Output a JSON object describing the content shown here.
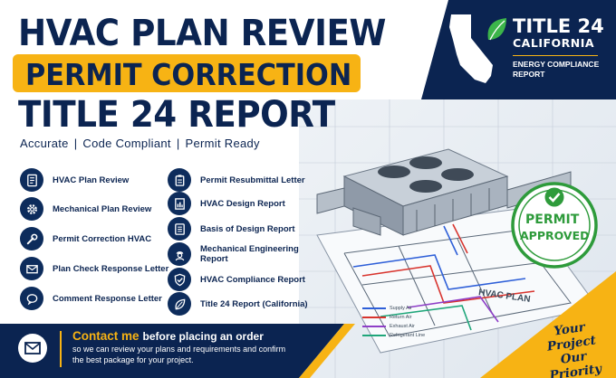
{
  "headline": {
    "line1": "HVAC PLAN REVIEW",
    "line2": "PERMIT CORRECTION",
    "line3": "TITLE 24 REPORT"
  },
  "tagline": [
    "Accurate",
    "Code Compliant",
    "Permit Ready"
  ],
  "tagline_separator": "|",
  "services_left": [
    {
      "label": "HVAC Plan Review",
      "icon": "document-icon"
    },
    {
      "label": "Mechanical Plan Review",
      "icon": "gear-icon"
    },
    {
      "label": "Permit Correction HVAC",
      "icon": "wrench-icon"
    },
    {
      "label": "Plan Check Response Letter",
      "icon": "envelope-icon"
    },
    {
      "label": "Comment Response Letter",
      "icon": "chat-icon"
    }
  ],
  "services_right": [
    {
      "label": "Permit Resubmittal Letter",
      "icon": "clipboard-icon"
    },
    {
      "label": "HVAC Design Report",
      "icon": "report-icon"
    },
    {
      "label": "Basis of Design Report",
      "icon": "book-icon"
    },
    {
      "label": "Mechanical Engineering Report",
      "icon": "engineer-icon"
    },
    {
      "label": "HVAC Compliance Report",
      "icon": "shield-check-icon"
    },
    {
      "label": "Title 24 Report (California)",
      "icon": "leaf-icon"
    }
  ],
  "badge": {
    "title": "TITLE 24",
    "subtitle": "CALIFORNIA",
    "note": "ENERGY COMPLIANCE REPORT",
    "icons": [
      "california-map-icon",
      "leaf-icon"
    ]
  },
  "stamp": {
    "line1": "PERMIT",
    "line2": "APPROVED",
    "icon": "checkmark-icon"
  },
  "plan_label": "HVAC PLAN",
  "legend": [
    {
      "label": "Supply Air",
      "color": "#2e5fd8"
    },
    {
      "label": "Return Air",
      "color": "#d8342e"
    },
    {
      "label": "Exhaust Air",
      "color": "#8e3fc7"
    },
    {
      "label": "Refrigerant Line",
      "color": "#1fa67a"
    }
  ],
  "contact": {
    "highlight": "Contact me",
    "lead": "before placing an order",
    "body": "so we can review your plans and requirements and confirm the best package for your project.",
    "icon": "envelope-icon"
  },
  "motto": "Your Project Our Priority",
  "colors": {
    "navy": "#0b2451",
    "accent": "#f7b314",
    "stamp_green": "#2e9b3b"
  }
}
